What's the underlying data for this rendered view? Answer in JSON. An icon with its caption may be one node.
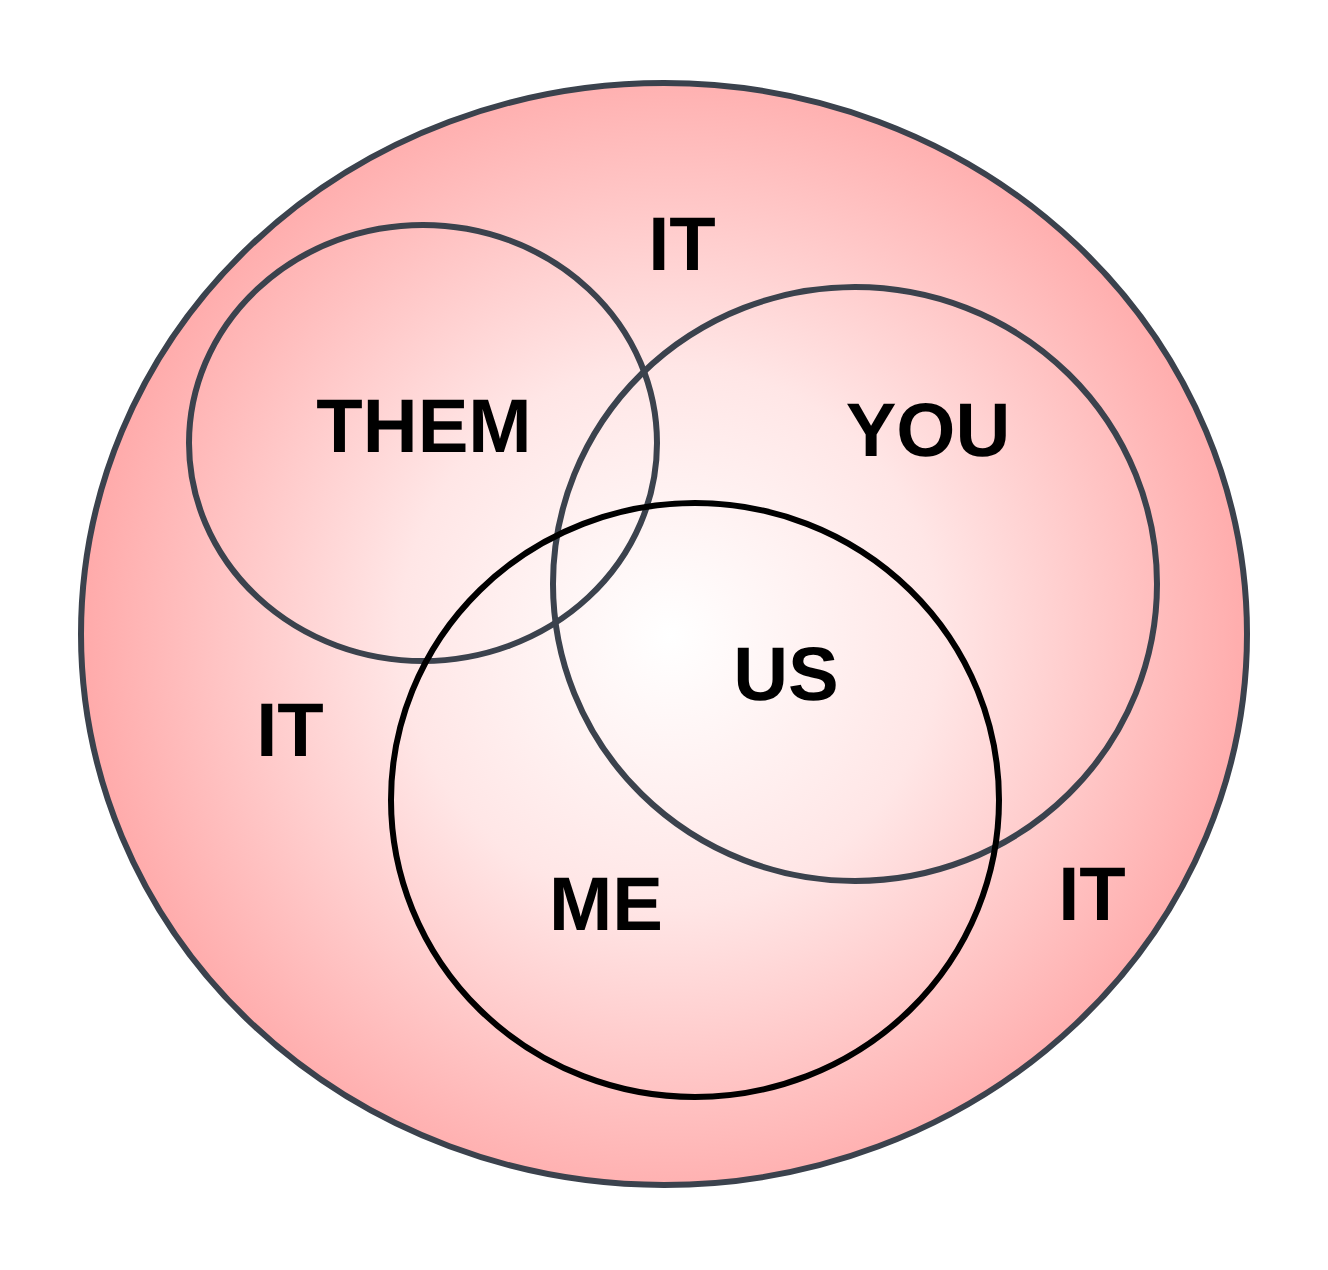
{
  "diagram": {
    "nodes": [
      {
        "text": [
          "IT",
          "IT",
          "IT"
        ]
      },
      {
        "text": [
          "THEM"
        ],
        "in": 0
      },
      {
        "text": [
          "YOU"
        ],
        "in": 0
      },
      {
        "text": [
          "ME"
        ],
        "in": 0
      }
    ],
    "labels": [
      "US"
    ]
  }
}
